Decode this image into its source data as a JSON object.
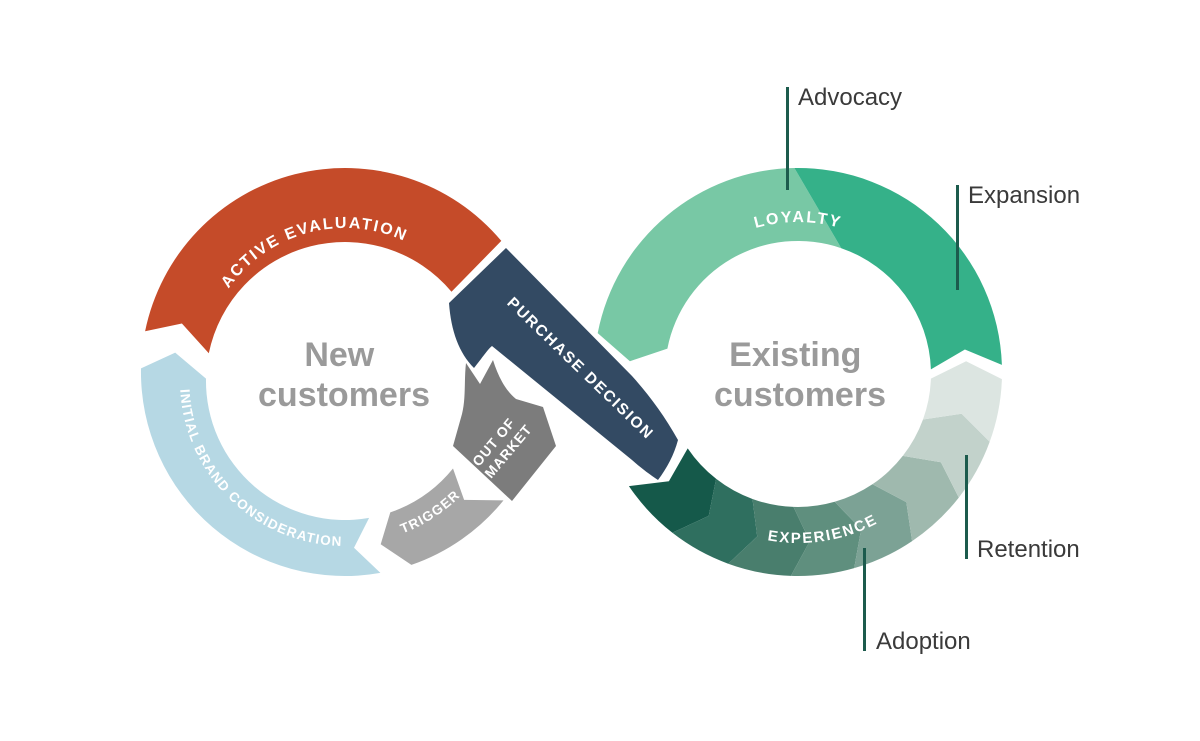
{
  "loops": {
    "new_customers": {
      "center_line1": "New",
      "center_line2": "customers",
      "segments": {
        "active_evaluation": {
          "label": "ACTIVE EVALUATION",
          "color": "#C54B29"
        },
        "initial_brand_consideration": {
          "label": "INITIAL BRAND CONSIDERATION",
          "color": "#B6D8E4"
        },
        "trigger": {
          "label": "TRIGGER",
          "color": "#A7A7A7"
        },
        "out_of_market": {
          "line1": "OUT OF",
          "line2": "MARKET",
          "color": "#7C7C7C"
        }
      }
    },
    "purchase_decision": {
      "label": "PURCHASE DECISION",
      "color": "#334A63"
    },
    "existing_customers": {
      "center_line1": "Existing",
      "center_line2": "customers",
      "segments": {
        "loyalty": {
          "label": "LOYALTY",
          "color_light": "#78C8A5",
          "color_medium": "#35B189"
        },
        "experience": {
          "label": "EXPERIENCE",
          "gradient": [
            "#15594A",
            "#2F6F5F",
            "#497E6D",
            "#5F8F7E",
            "#7CA295",
            "#9FB9AE",
            "#C2D2CB",
            "#DCE5E1"
          ]
        }
      },
      "callouts": [
        {
          "label": "Advocacy"
        },
        {
          "label": "Expansion"
        },
        {
          "label": "Retention"
        },
        {
          "label": "Adoption"
        }
      ]
    }
  },
  "styles": {
    "background": "#FFFFFF",
    "callout_line_color": "#1C5B4D",
    "callout_text_color": "#3A3A3A",
    "center_text_color": "#9A9A9A",
    "segment_label_color": "#FFFFFF"
  }
}
